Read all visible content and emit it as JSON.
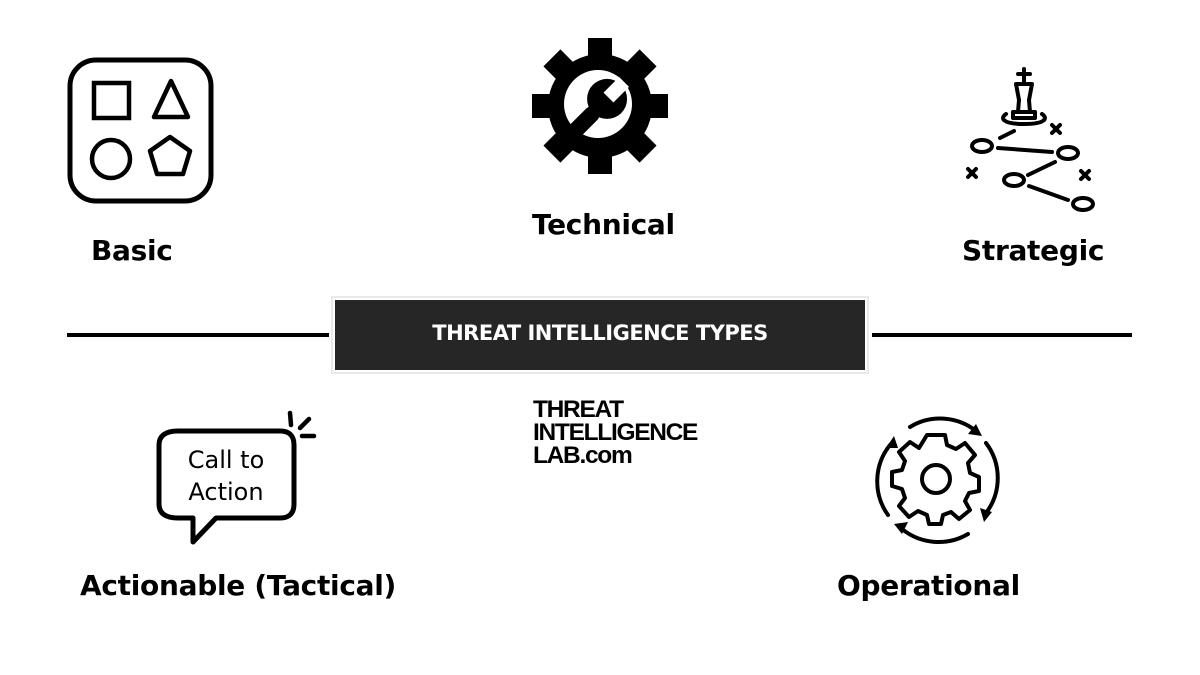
{
  "banner": {
    "title": "THREAT INTELLIGENCE TYPES",
    "background": "#262626",
    "text_color": "#ffffff"
  },
  "logo": {
    "lines": [
      "THREAT",
      "INTELLIGENCE",
      "LAB.com"
    ]
  },
  "types": [
    {
      "label": "Basic",
      "icon": "shapes-icon"
    },
    {
      "label": "Technical",
      "icon": "gear-wrench-icon"
    },
    {
      "label": "Strategic",
      "icon": "chess-strategy-icon"
    },
    {
      "label": "Actionable (Tactical)",
      "icon": "call-to-action-bubble-icon",
      "icon_text": [
        "Call to",
        "Action"
      ]
    },
    {
      "label": "Operational",
      "icon": "gear-cycle-icon"
    }
  ]
}
